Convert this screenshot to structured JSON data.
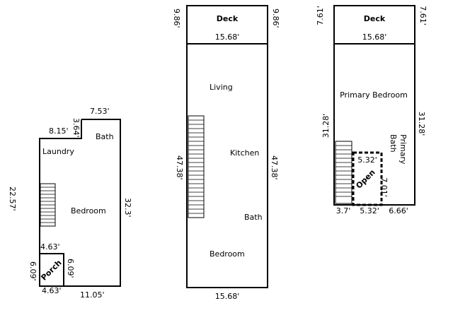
{
  "first_floor": {
    "rooms": {
      "laundry": "Laundry",
      "bath": "Bath",
      "bedroom": "Bedroom",
      "porch": "Porch"
    },
    "dims": {
      "top": "7.53'",
      "notch_width": "8.15'",
      "notch_height": "3.64'",
      "left": "22.57'",
      "right": "32.3'",
      "porch_top": "4.63'",
      "porch_left": "6.09'",
      "porch_right": "6.09'",
      "bottom_porch": "4.63'",
      "bottom": "11.05'"
    }
  },
  "second_floor": {
    "rooms": {
      "deck": "Deck",
      "living": "Living",
      "kitchen": "Kitchen",
      "bath": "Bath",
      "bedroom": "Bedroom"
    },
    "dims": {
      "deck_left": "9.86'",
      "deck_right": "9.86'",
      "deck_width": "15.68'",
      "left": "47.38'",
      "right": "47.38'",
      "bottom": "15.68'"
    }
  },
  "third_floor": {
    "rooms": {
      "deck": "Deck",
      "primary_bedroom": "Primary Bedroom",
      "primary_bath_1": "Primary",
      "primary_bath_2": "Bath",
      "open": "Open"
    },
    "dims": {
      "deck_left": "7.61'",
      "deck_right": "7.61'",
      "deck_width": "15.68'",
      "left": "31.28'",
      "right": "31.28'",
      "open_top": "5.32'",
      "open_right": "7.01'",
      "bottom_left": "3.7'",
      "bottom_mid": "5.32'",
      "bottom_right": "6.66'"
    }
  }
}
